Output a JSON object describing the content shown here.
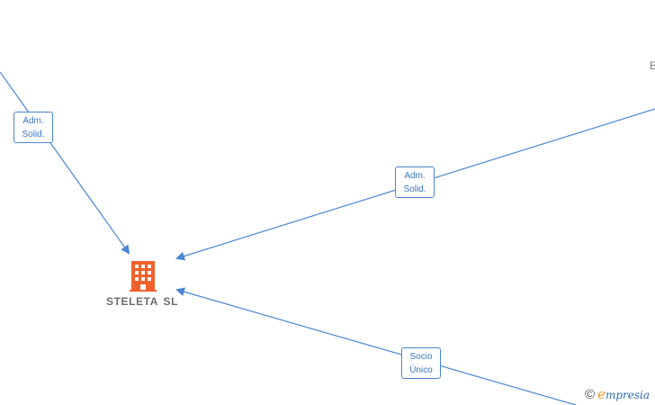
{
  "company": {
    "name": "STELETA  SL",
    "icon": "building-icon",
    "icon_color": "#f0622a"
  },
  "edges": [
    {
      "id": "top-left",
      "label_line1": "Adm.",
      "label_line2": "Solid."
    },
    {
      "id": "right",
      "label_line1": "Adm.",
      "label_line2": "Solid."
    },
    {
      "id": "bottom-right",
      "label_line1": "Socio",
      "label_line2": "Único"
    }
  ],
  "offscreen_node_text": "E",
  "watermark": {
    "copyright": "©",
    "brand_first": "e",
    "brand_rest": "mpresia"
  },
  "colors": {
    "edge": "#4a86d4",
    "label_text": "#3a76c4",
    "node_text": "#6d6d6d"
  }
}
